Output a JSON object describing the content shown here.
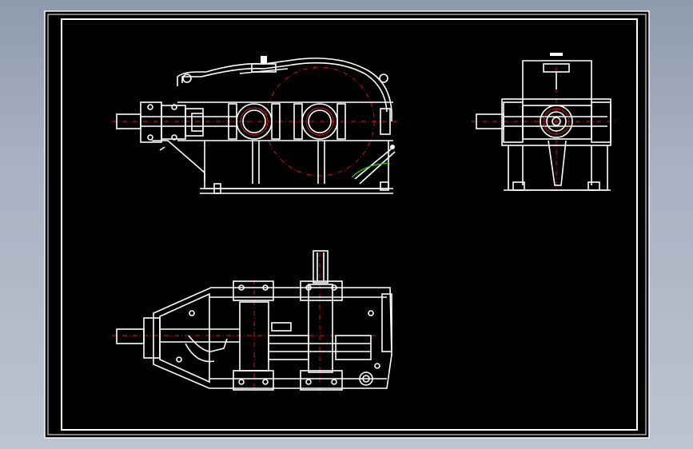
{
  "colors": {
    "background_gradient_top": "#8f9aac",
    "background_gradient_bottom": "#bcc4d1",
    "canvas": "#000000",
    "line": "#ffffff",
    "centerline": "#e01818",
    "highlight": "#19d219"
  },
  "drawing": {
    "views": [
      "front-view",
      "side-view",
      "top-view"
    ]
  }
}
